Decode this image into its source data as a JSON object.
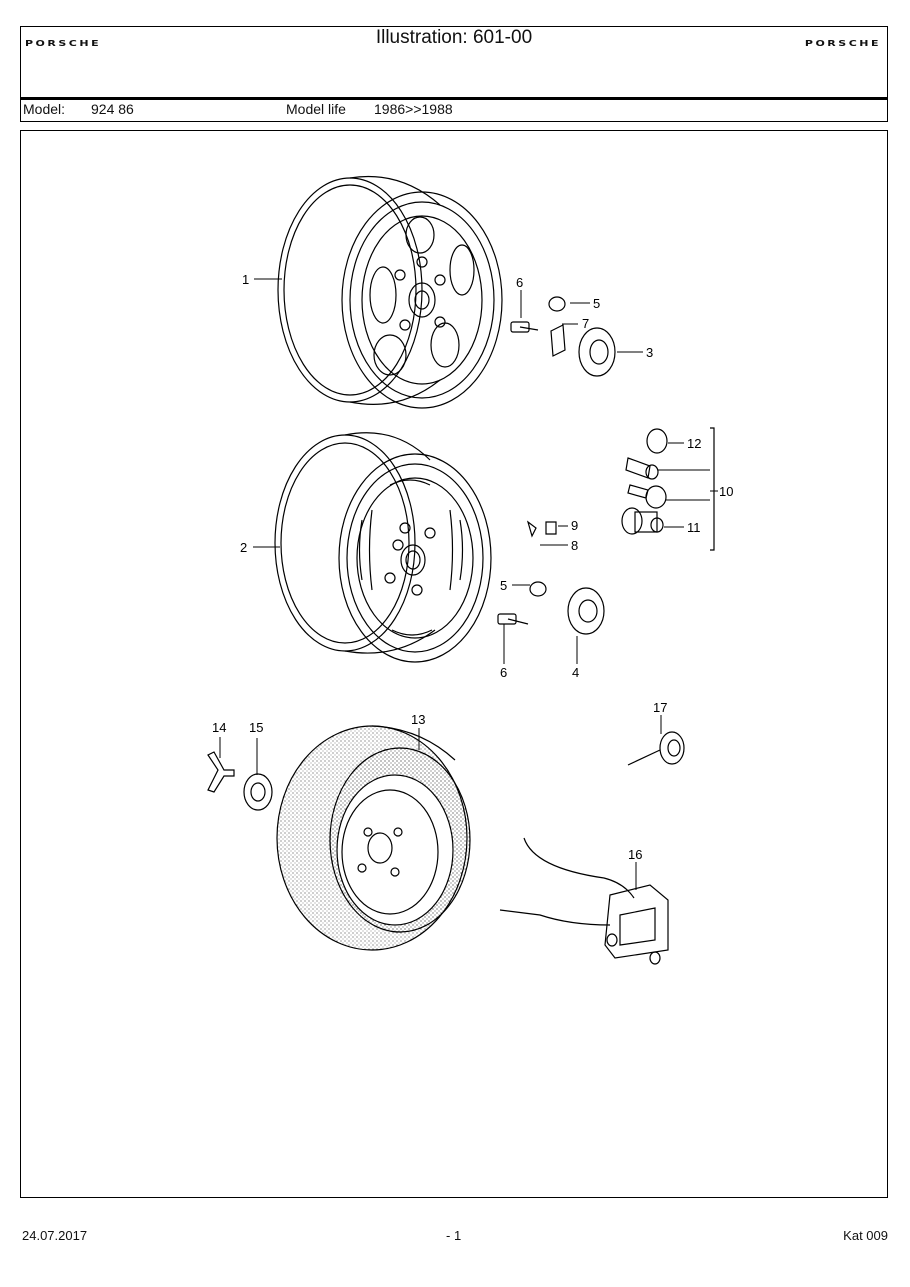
{
  "header": {
    "brand_left": "PORSCHE",
    "brand_right": "PORSCHE",
    "title": "Illustration: 601-00"
  },
  "model_bar": {
    "model_label": "Model:",
    "model_value": "924 86",
    "life_label": "Model life",
    "life_value": "1986>>1988"
  },
  "callouts": [
    "1",
    "6",
    "5",
    "7",
    "3",
    "12",
    "10",
    "11",
    "9",
    "8",
    "2",
    "5",
    "6",
    "4",
    "14",
    "15",
    "13",
    "17",
    "16"
  ],
  "footer": {
    "date": "24.07.2017",
    "page": "- 1",
    "catalog": "Kat 009"
  }
}
